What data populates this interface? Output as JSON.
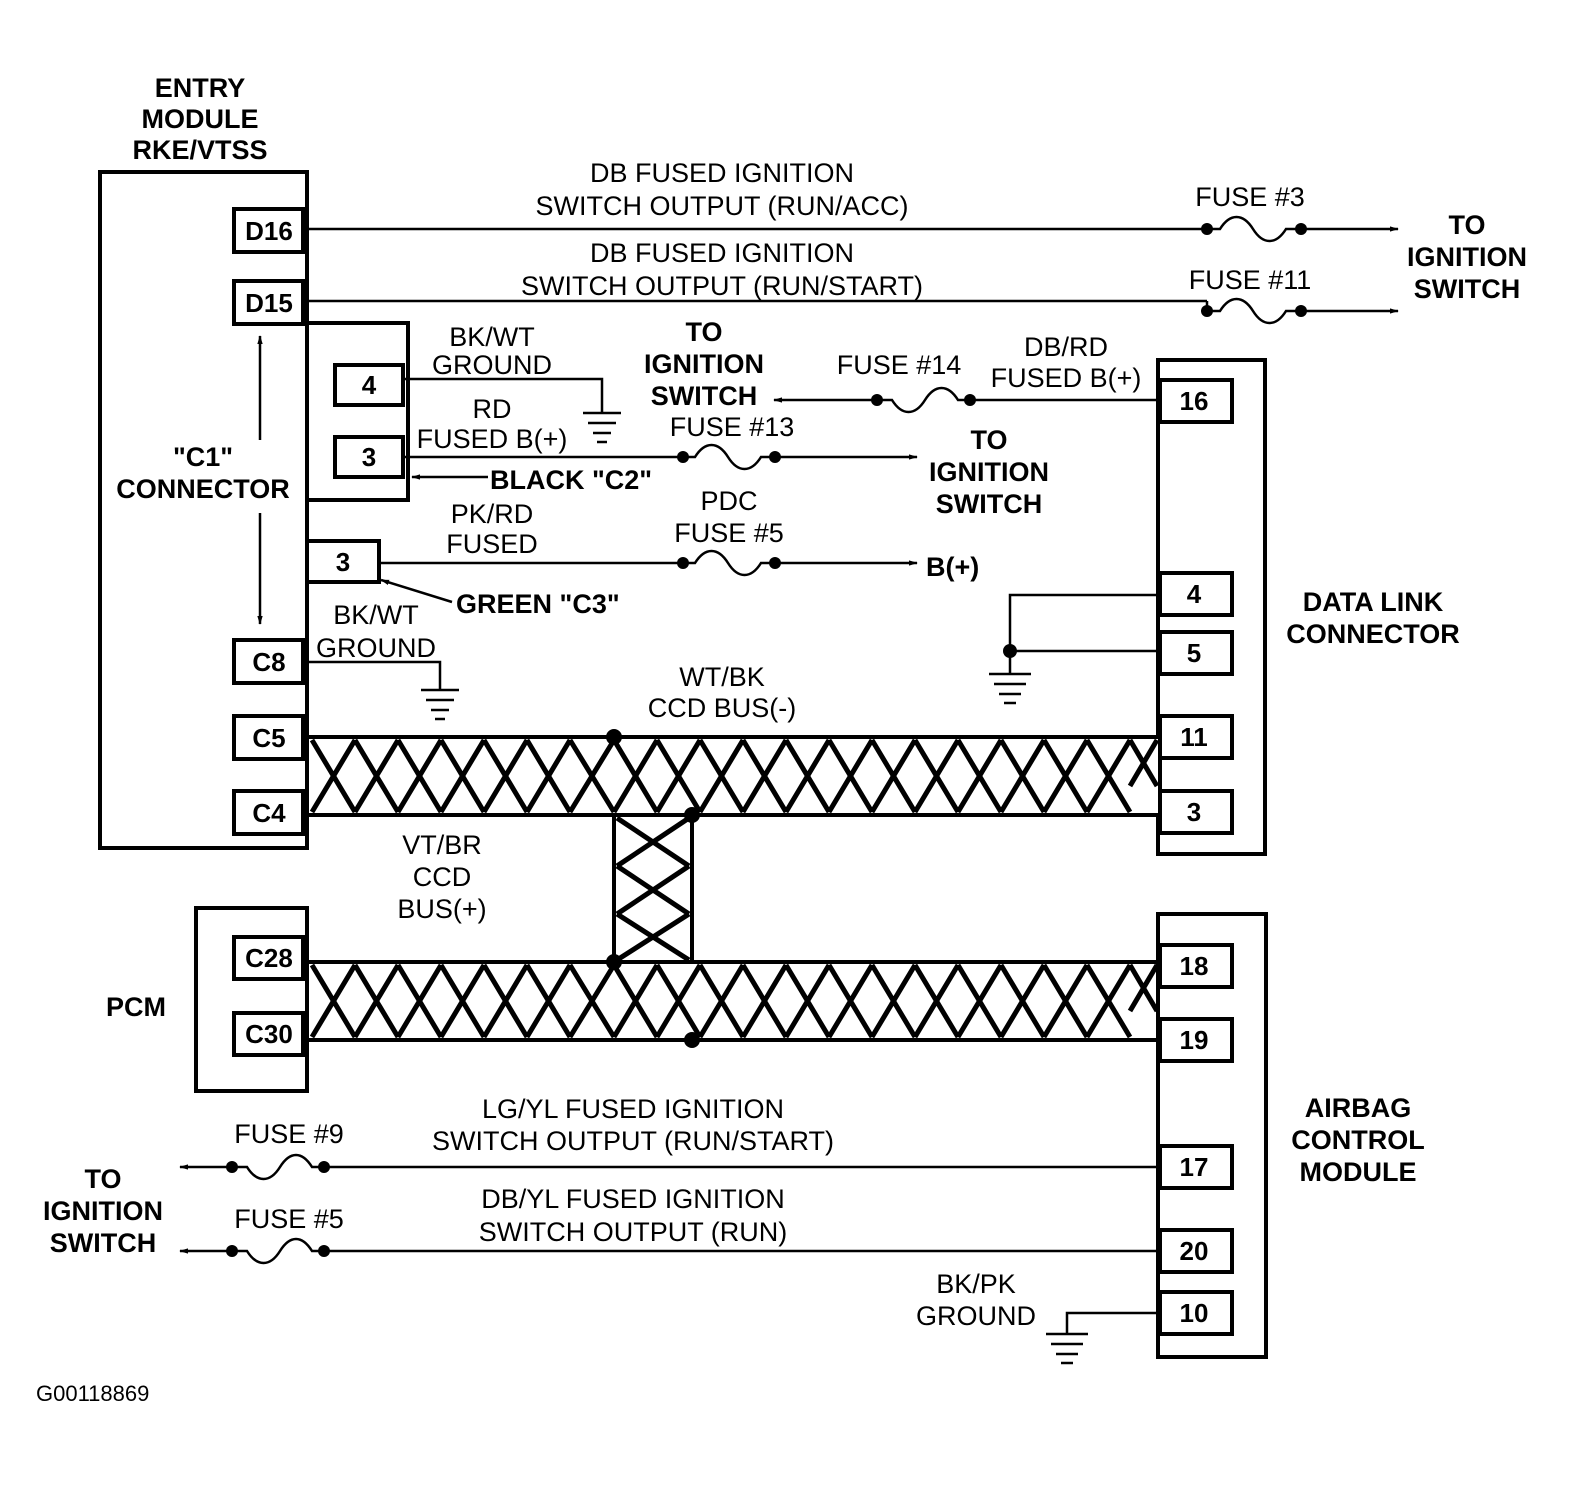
{
  "entry_module": {
    "title_lines": [
      "ENTRY",
      "MODULE",
      "RKE/VTSS"
    ],
    "pins": [
      "D16",
      "D15",
      "C8",
      "C5",
      "C4"
    ]
  },
  "c1_connector": {
    "lines": [
      "\"C1\"",
      "CONNECTOR"
    ]
  },
  "c2_connector": {
    "pins": [
      "4",
      "3"
    ],
    "label": "BLACK \"C2\""
  },
  "c3_connector": {
    "pin": "3",
    "label": "GREEN \"C3\""
  },
  "pcm": {
    "title": "PCM",
    "pins": [
      "C28",
      "C30"
    ]
  },
  "data_link_connector": {
    "title_lines": [
      "DATA LINK",
      "CONNECTOR"
    ],
    "pins": [
      "16",
      "4",
      "5",
      "11",
      "3"
    ]
  },
  "airbag_module": {
    "title_lines": [
      "AIRBAG",
      "CONTROL",
      "MODULE"
    ],
    "pins": [
      "18",
      "19",
      "17",
      "20",
      "10"
    ]
  },
  "wires": {
    "d16": [
      "DB FUSED IGNITION",
      "SWITCH OUTPUT (RUN/ACC)"
    ],
    "d15": [
      "DB FUSED IGNITION",
      "SWITCH OUTPUT (RUN/START)"
    ],
    "c2_pin4": [
      "BK/WT",
      "GROUND"
    ],
    "c2_pin3": [
      "RD",
      "FUSED B(+)"
    ],
    "c3_pin3": [
      "PK/RD",
      "FUSED"
    ],
    "c8": [
      "BK/WT",
      "GROUND"
    ],
    "dlc_16": [
      "DB/RD",
      "FUSED B(+)"
    ],
    "ccd_minus": [
      "WT/BK",
      "CCD BUS(-)"
    ],
    "ccd_plus": [
      "VT/BR",
      "CCD",
      "BUS(+)"
    ],
    "acm_17": [
      "LG/YL FUSED IGNITION",
      "SWITCH OUTPUT (RUN/START)"
    ],
    "acm_20": [
      "DB/YL FUSED IGNITION",
      "SWITCH OUTPUT (RUN)"
    ],
    "acm_10": [
      "BK/PK",
      "GROUND"
    ]
  },
  "fuses": {
    "f3": "FUSE #3",
    "f11": "FUSE #11",
    "f14": "FUSE #14",
    "f13": "FUSE #13",
    "f5_pdc": [
      "PDC",
      "FUSE #5"
    ],
    "f9": "FUSE #9",
    "f5": "FUSE #5"
  },
  "destinations": {
    "ignition_right": [
      "TO",
      "IGNITION",
      "SWITCH"
    ],
    "ignition_f14": [
      "TO",
      "IGNITION",
      "SWITCH"
    ],
    "ignition_f13": [
      "TO",
      "IGNITION",
      "SWITCH"
    ],
    "bplus": "B(+)",
    "ignition_left": [
      "TO",
      "IGNITION",
      "SWITCH"
    ]
  },
  "figure_id": "G00118869"
}
